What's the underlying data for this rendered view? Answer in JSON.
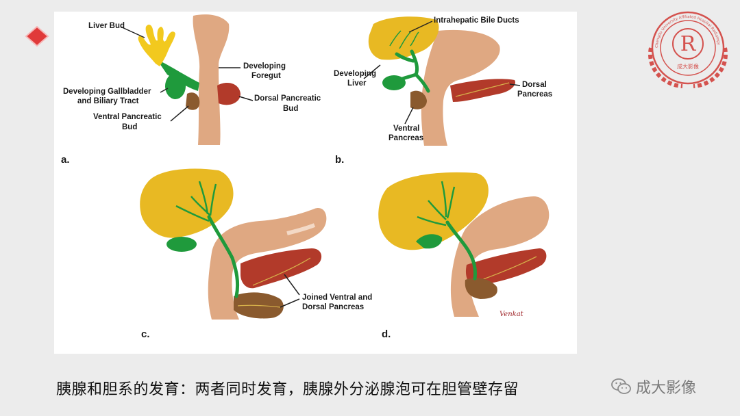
{
  "labels": {
    "liver_bud": "Liver Bud",
    "developing_foregut_1": "Developing",
    "developing_foregut_2": "Foregut",
    "gallbladder_1": "Developing Gallbladder",
    "gallbladder_2": "and Biliary Tract",
    "dorsal_bud_1": "Dorsal Pancreatic",
    "dorsal_bud_2": "Bud",
    "ventral_bud_1": "Ventral Pancreatic",
    "ventral_bud_2": "Bud",
    "intrahepatic": "Intrahepatic Bile Ducts",
    "dev_liver_1": "Developing",
    "dev_liver_2": "Liver",
    "dorsal_pancreas_1": "Dorsal",
    "dorsal_pancreas_2": "Pancreas",
    "ventral_pancreas_1": "Ventral",
    "ventral_pancreas_2": "Pancreas",
    "joined_1": "Joined Ventral and",
    "joined_2": "Dorsal Pancreas"
  },
  "panels": [
    "a.",
    "b.",
    "c.",
    "d."
  ],
  "signature": "Venkat",
  "caption": "胰腺和胆系的发育：两者同时发育，胰腺外分泌腺泡可在胆管壁存留",
  "watermark": {
    "text": "成大影像",
    "icon": "wechat-icon"
  },
  "seal": {
    "letter": "R",
    "inner_text": "成大影像",
    "ring_text": "Chengdu University Affiliated Hospital Radiology"
  },
  "colors": {
    "liver": "#e8b923",
    "duct": "#1f9a3c",
    "foregut": "#dfa882",
    "dorsal": "#b23a2a",
    "ventral": "#8a5a2e",
    "seal": "#d4524e",
    "diamond": "#e03a3a"
  }
}
